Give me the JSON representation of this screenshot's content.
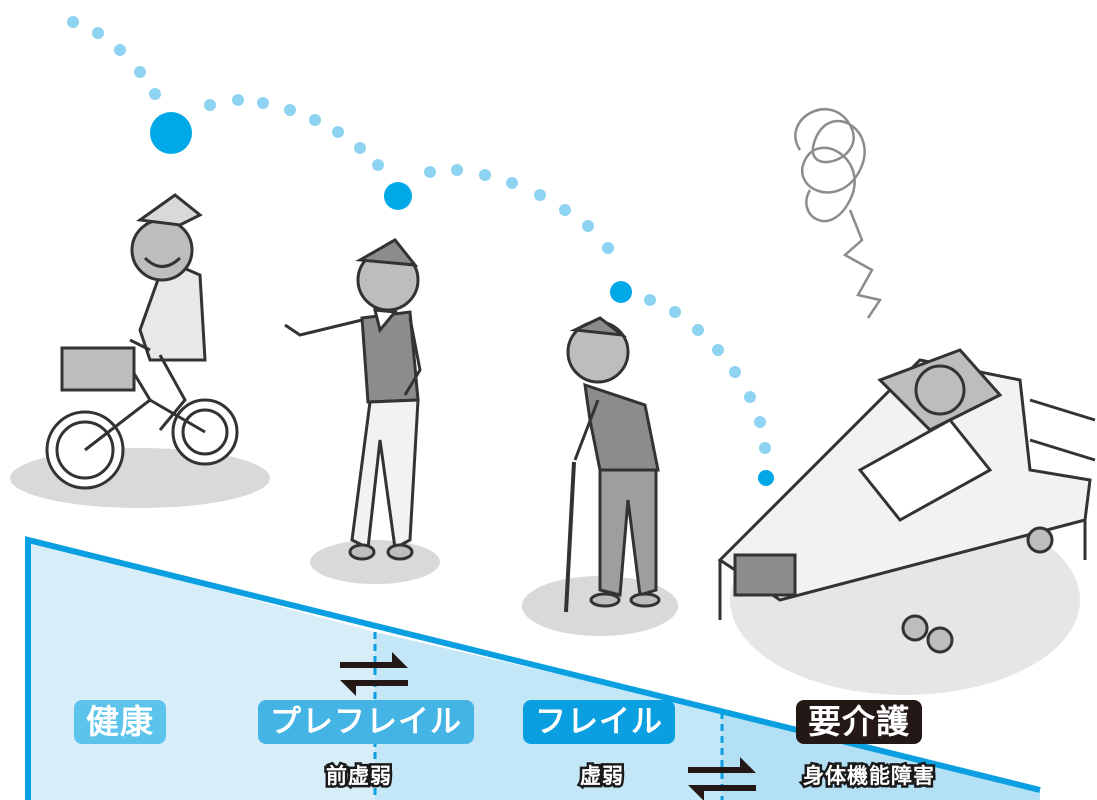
{
  "stages": [
    {
      "id": "healthy",
      "label": "健康",
      "sublabel": ""
    },
    {
      "id": "prefrail",
      "label": "プレフレイル",
      "sublabel": "前虚弱"
    },
    {
      "id": "frail",
      "label": "フレイル",
      "sublabel": "虚弱"
    },
    {
      "id": "care",
      "label": "要介護",
      "sublabel": "身体機能障害"
    }
  ],
  "colors": {
    "healthy": "#5cc3ea",
    "prefrail": "#43b4e4",
    "frail": "#0a9fe0",
    "care": "#231815",
    "band_light": "#d7eef9",
    "band_mid": "#b3e0f5",
    "band_outline": "#0a9fe0",
    "dots": "#8fd3f2",
    "dots_big": "#00a8e8"
  },
  "icons": {
    "reversible": "double-arrow-icon",
    "stress": "scribble-icon"
  }
}
